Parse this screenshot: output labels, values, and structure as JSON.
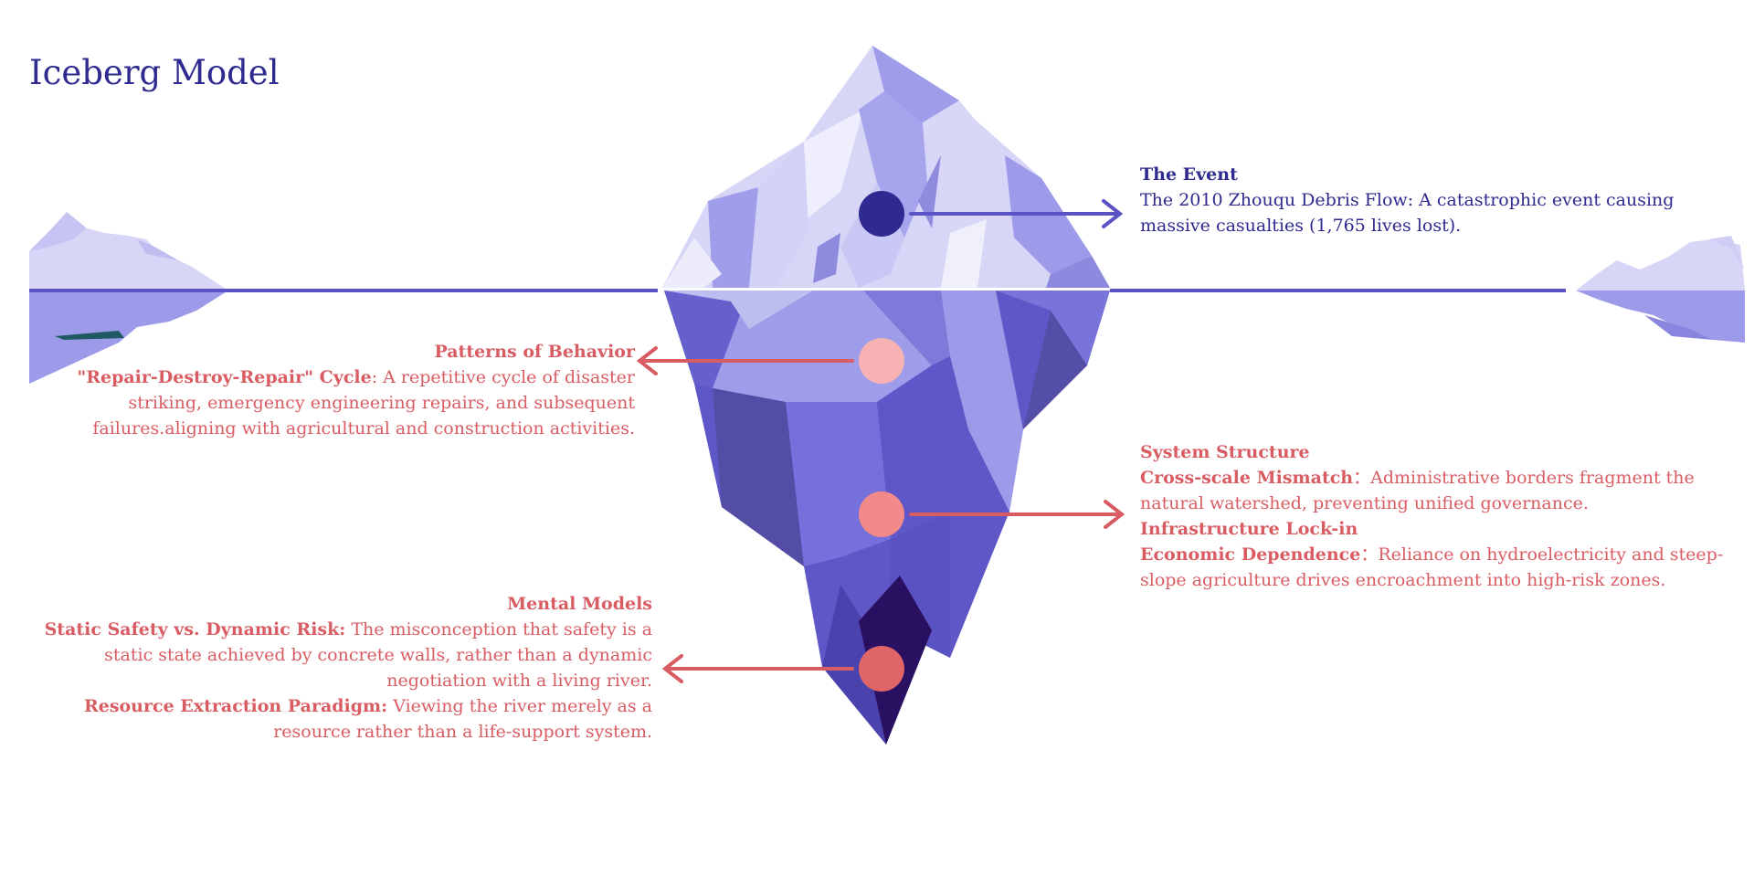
{
  "title": "Iceberg Model",
  "colors": {
    "title_blue": "#2e2a8f",
    "water_line": "#5a52c5",
    "text_red": "#d95c63",
    "ice_light": "#d7d6f7",
    "ice_mid": "#9d9be9",
    "ice_deep": "#5f56c7",
    "ice_dark": "#2a1060"
  },
  "levels": [
    {
      "id": "event",
      "heading": "The Event",
      "paragraphs": [
        {
          "bold": "",
          "text": "The 2010 Zhouqu Debris Flow: A catastrophic event causing massive casualties (1,765 lives lost)."
        }
      ],
      "marker_color": "#2e2a91",
      "arrow_color": "#5a52c5"
    },
    {
      "id": "patterns",
      "heading": "Patterns of Behavior",
      "paragraphs": [
        {
          "bold": "\"Repair-Destroy-Repair\" Cycle",
          "text": ": A repetitive cycle of disaster striking, emergency engineering repairs, and subsequent failures.aligning with agricultural and construction activities."
        }
      ],
      "marker_color": "#f7b2b4",
      "arrow_color": "#d95c63"
    },
    {
      "id": "structure",
      "heading": "System Structure",
      "paragraphs": [
        {
          "bold": "Cross-scale Mismatch",
          "text": "：Administrative borders fragment the natural watershed, preventing unified governance."
        },
        {
          "bold": "Infrastructure Lock-in",
          "text": ""
        },
        {
          "bold": "Economic Dependence",
          "text": "：Reliance on hydroelectricity and steep-slope agriculture drives encroachment into high-risk zones."
        }
      ],
      "marker_color": "#f28a8a",
      "arrow_color": "#d95c63"
    },
    {
      "id": "mental",
      "heading": "Mental Models",
      "paragraphs": [
        {
          "bold": "Static Safety vs. Dynamic Risk:",
          "text": " The misconception that safety is a static state achieved by concrete walls, rather than a dynamic negotiation with a living river."
        },
        {
          "bold": "Resource Extraction Paradigm:",
          "text": " Viewing the river merely as a resource rather than a life-support system."
        }
      ],
      "marker_color": "#e06567",
      "arrow_color": "#d95c63"
    }
  ]
}
